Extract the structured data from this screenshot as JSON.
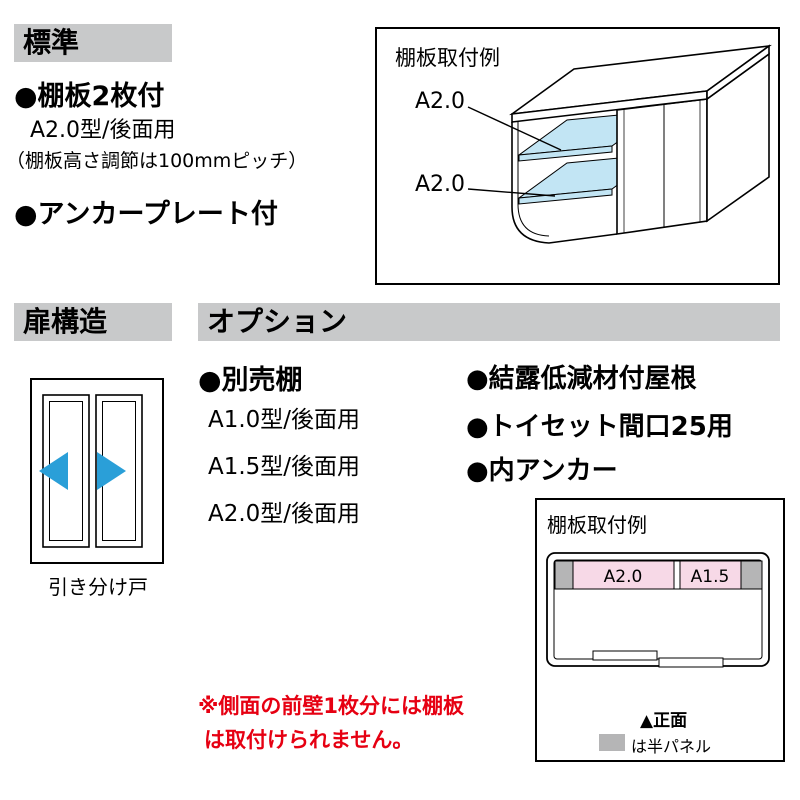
{
  "colors": {
    "header_bg": "#c8c9ca",
    "note_red": "#e60012",
    "arrow_blue": "#2a9fd8",
    "shelf_blue": "#c2e5f4",
    "plan_pink": "#f7d9e7",
    "half_panel_gray": "#b5b5b6"
  },
  "standard": {
    "header": "標準",
    "item1": "●棚板2枚付",
    "item1_sub": "A2.0型/後面用",
    "item1_note": "（棚板高さ調節は100mmピッチ）",
    "item2": "●アンカープレート付"
  },
  "shelf_example_top": {
    "title": "棚板取付例",
    "label_upper": "A2.0",
    "label_lower": "A2.0"
  },
  "door": {
    "header": "扉構造",
    "caption": "引き分け戸"
  },
  "options": {
    "header": "オプション",
    "shelf_item": "●別売棚",
    "shelf_subs": [
      "A1.0型/後面用",
      "A1.5型/後面用",
      "A2.0型/後面用"
    ],
    "other_items": [
      "●結露低減材付屋根",
      "●トイセット間口25用",
      "●内アンカー"
    ]
  },
  "shelf_example_bottom": {
    "title": "棚板取付例",
    "cell_left": "A2.0",
    "cell_right": "A1.5",
    "front_label": "▲正面",
    "legend_label": "は半パネル"
  },
  "note": {
    "line1": "※側面の前壁1枚分には棚板",
    "line2": "は取付けられません。"
  }
}
